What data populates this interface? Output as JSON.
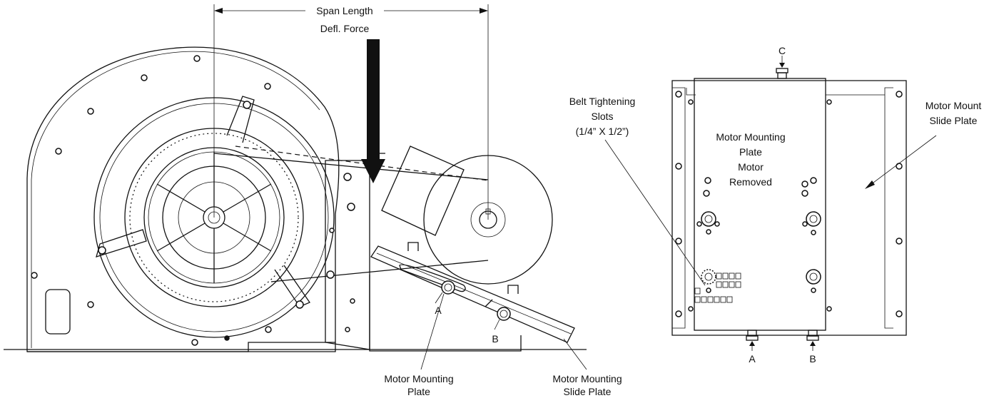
{
  "labels": {
    "span_length": "Span Length",
    "defl_force": "Defl. Force",
    "point_a": "A",
    "point_b": "B",
    "point_c": "C",
    "motor_mounting_plate": [
      "Motor Mounting",
      "Plate"
    ],
    "motor_mounting_slide_plate": [
      "Motor Mounting",
      "Slide Plate"
    ],
    "belt_tightening_slots": [
      "Belt Tightening",
      "Slots",
      "(1/4” X 1/2”)"
    ],
    "motor_plate_removed": [
      "Motor Mounting",
      "Plate",
      "Motor",
      "Removed"
    ],
    "motor_mount_slide_plate": [
      "Motor Mount",
      "Slide Plate"
    ]
  }
}
